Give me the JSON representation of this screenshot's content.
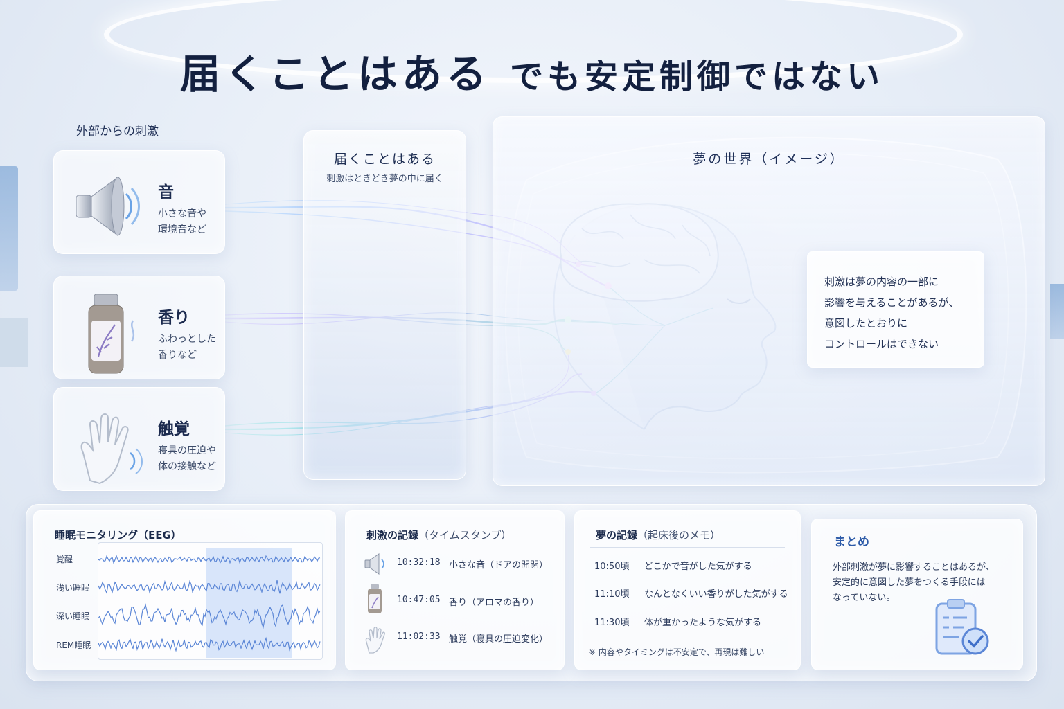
{
  "title": {
    "main": "届くことはある",
    "sub": "でも安定制御ではない"
  },
  "external": {
    "label": "外部からの刺激",
    "items": [
      {
        "name": "音",
        "desc": "小さな音や\n環境音など",
        "icon": "speaker-icon"
      },
      {
        "name": "香り",
        "desc": "ふわっとした\n香りなど",
        "icon": "aroma-bottle-icon"
      },
      {
        "name": "触覚",
        "desc": "寝具の圧迫や\n体の接触など",
        "icon": "glove-icon"
      }
    ]
  },
  "reach": {
    "title": "届くことはある",
    "subtitle": "刺激はときどき夢の中に届く"
  },
  "dream": {
    "title": "夢の世界（イメージ）",
    "note_lines": [
      "刺激は夢の内容の一部に",
      "影響を与えることがあるが、",
      "意図したとおりに",
      "コントロールはできない"
    ]
  },
  "eeg": {
    "title": "睡眠モニタリング（EEG）",
    "rows": [
      "覚醒",
      "浅い睡眠",
      "深い睡眠",
      "REM睡眠"
    ]
  },
  "stim_log": {
    "title_main": "刺激の記録",
    "title_sub": "（タイムスタンプ）",
    "rows": [
      {
        "time": "10:32:18",
        "text": "小さな音（ドアの開閉）",
        "icon": "speaker-icon"
      },
      {
        "time": "10:47:05",
        "text": "香り（アロマの香り）",
        "icon": "aroma-bottle-icon"
      },
      {
        "time": "11:02:33",
        "text": "触覚（寝具の圧迫変化）",
        "icon": "glove-icon"
      }
    ]
  },
  "dream_log": {
    "title_main": "夢の記録",
    "title_sub": "（起床後のメモ）",
    "rows": [
      {
        "time": "10:50頃",
        "text": "どこかで音がした気がする"
      },
      {
        "time": "11:10頃",
        "text": "なんとなくいい香りがした気がする"
      },
      {
        "time": "11:30頃",
        "text": "体が重かったような気がする"
      }
    ],
    "note": "※ 内容やタイミングは不安定で、再現は難しい"
  },
  "summary": {
    "title": "まとめ",
    "lines": [
      "外部刺激が夢に影響することはあるが、",
      "安定的に意図した夢をつくる手段には",
      "なっていない。"
    ],
    "icon": "clipboard-check-icon"
  },
  "colors": {
    "accent": "#2c5aa8",
    "eeg_line": "#5b86d6",
    "eeg_highlight": "#b9d1f5"
  }
}
